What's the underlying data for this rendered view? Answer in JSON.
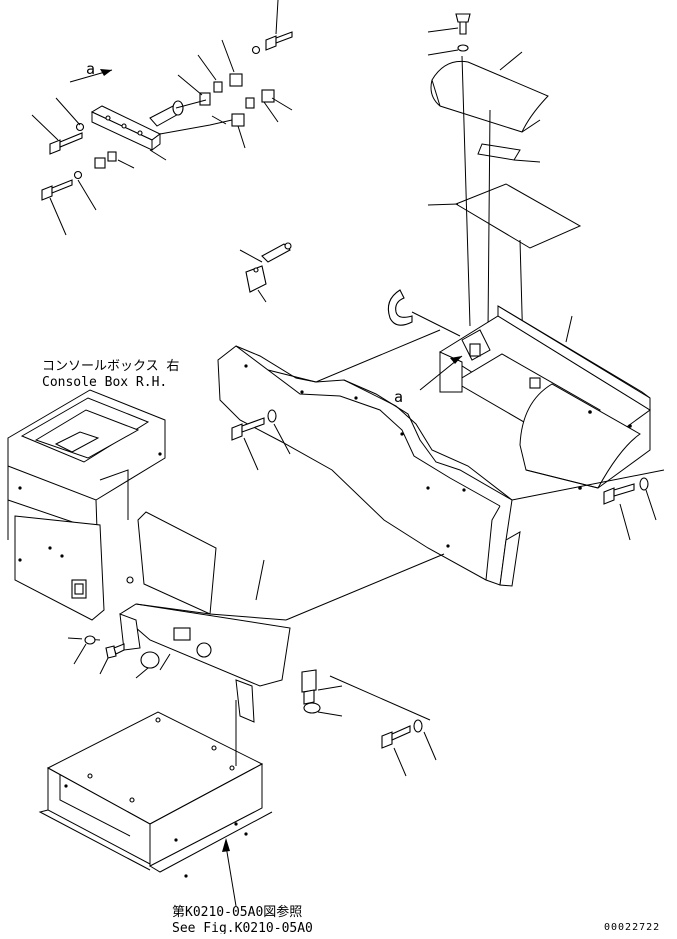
{
  "diagram": {
    "view_label_top": "a",
    "view_label_mid": "a",
    "console_label_jp": "コンソールボックス 右",
    "console_label_en": "Console Box R.H.",
    "reference_jp": "第K0210-05A0図参照",
    "reference_en": "See Fig.K0210-05A0",
    "drawing_number": "00022722"
  }
}
